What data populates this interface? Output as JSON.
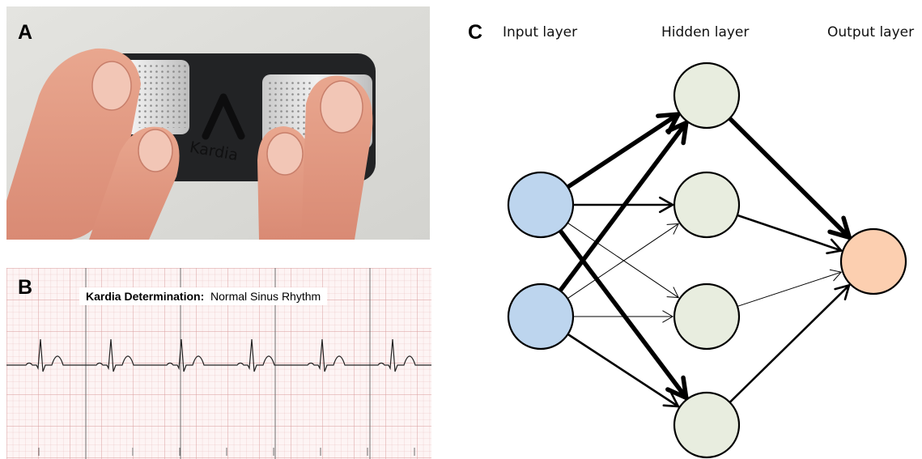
{
  "panels": {
    "a": {
      "letter": "A",
      "device_logo": "Kardia"
    },
    "b": {
      "letter": "B",
      "determination_label": "Kardia Determination:",
      "determination_value": "Normal Sinus Rhythm",
      "ecg_beats": 6
    },
    "c": {
      "letter": "C",
      "layers": [
        "Input layer",
        "Hidden layer",
        "Output layer"
      ]
    }
  },
  "network": {
    "input_nodes": 2,
    "hidden_nodes": 4,
    "output_nodes": 1,
    "colors": {
      "input": "#bdd5ee",
      "hidden": "#e8eddf",
      "output": "#fccfb0",
      "stroke": "#000000"
    },
    "weights": {
      "input_to_hidden": [
        [
          "thick",
          "medium",
          "thin",
          "thick"
        ],
        [
          "thick",
          "thin",
          "thin",
          "medium"
        ]
      ],
      "hidden_to_output": [
        "thick",
        "medium",
        "thin",
        "medium"
      ]
    }
  }
}
